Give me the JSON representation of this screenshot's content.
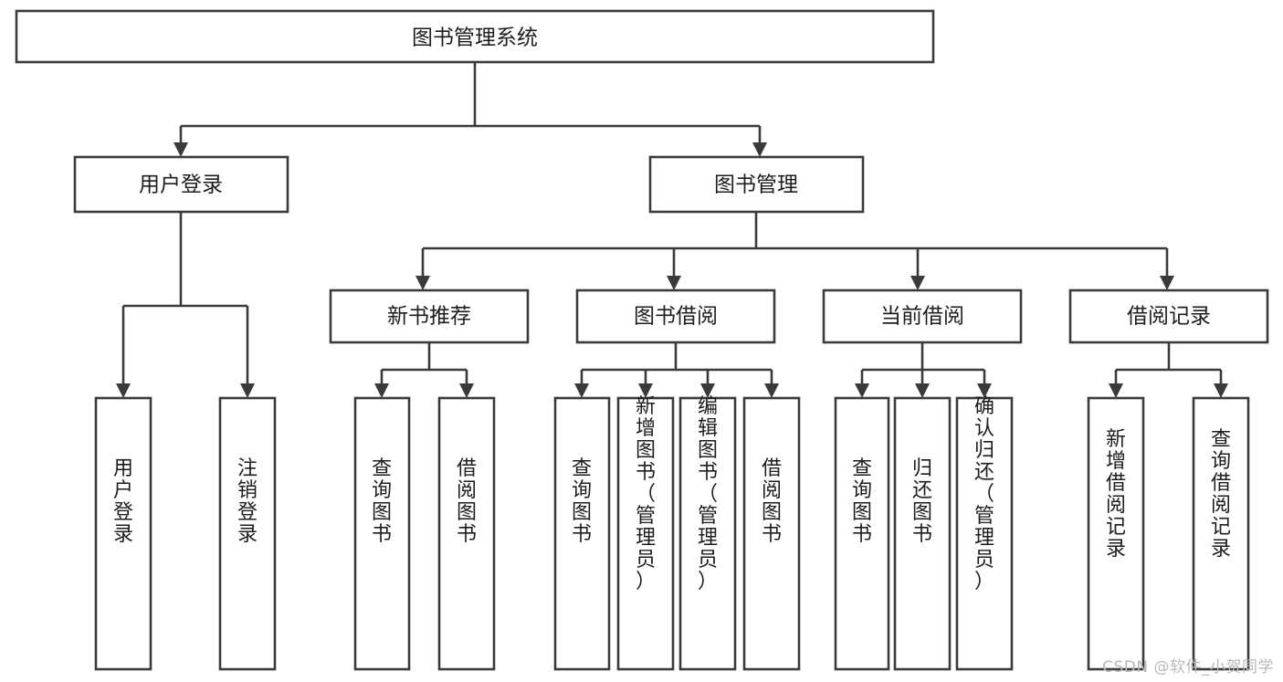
{
  "diagram": {
    "type": "tree-hierarchy-chart",
    "title": "图书管理系统",
    "root": {
      "id": "root",
      "label": "图书管理系统"
    },
    "level2": [
      {
        "id": "user-login",
        "label": "用户登录"
      },
      {
        "id": "book-management",
        "label": "图书管理"
      }
    ],
    "level3": [
      {
        "id": "new-book-recommend",
        "label": "新书推荐",
        "parent": "book-management"
      },
      {
        "id": "book-borrow",
        "label": "图书借阅",
        "parent": "book-management"
      },
      {
        "id": "current-borrow",
        "label": "当前借阅",
        "parent": "book-management"
      },
      {
        "id": "borrow-record",
        "label": "借阅记录",
        "parent": "book-management"
      }
    ],
    "leaves": [
      {
        "id": "leaf-user-login",
        "label": "用户登录",
        "parent": "user-login"
      },
      {
        "id": "leaf-logout-login",
        "label": "注销登录",
        "parent": "user-login"
      },
      {
        "id": "leaf-query-book-1",
        "label": "查询图书",
        "parent": "new-book-recommend"
      },
      {
        "id": "leaf-borrow-book-1",
        "label": "借阅图书",
        "parent": "new-book-recommend"
      },
      {
        "id": "leaf-query-book-2",
        "label": "查询图书",
        "parent": "book-borrow"
      },
      {
        "id": "leaf-add-book",
        "label": "新增图书（管理员）",
        "parent": "book-borrow"
      },
      {
        "id": "leaf-edit-book",
        "label": "编辑图书（管理员）",
        "parent": "book-borrow"
      },
      {
        "id": "leaf-borrow-book-2",
        "label": "借阅图书",
        "parent": "book-borrow"
      },
      {
        "id": "leaf-query-book-3",
        "label": "查询图书",
        "parent": "current-borrow"
      },
      {
        "id": "leaf-return-book",
        "label": "归还图书",
        "parent": "current-borrow"
      },
      {
        "id": "leaf-confirm-return",
        "label": "确认归还（管理员）",
        "parent": "current-borrow"
      },
      {
        "id": "leaf-add-record",
        "label": "新增借阅记录",
        "parent": "borrow-record"
      },
      {
        "id": "leaf-query-record",
        "label": "查询借阅记录",
        "parent": "borrow-record"
      }
    ],
    "colors": {
      "box_stroke": "#3a3a3a",
      "box_fill": "#ffffff",
      "text": "#1d1d1d",
      "background": "#ffffff",
      "watermark": "#b9b9b9"
    }
  },
  "watermark": {
    "text": "CSDN @软件_小贺同学"
  }
}
